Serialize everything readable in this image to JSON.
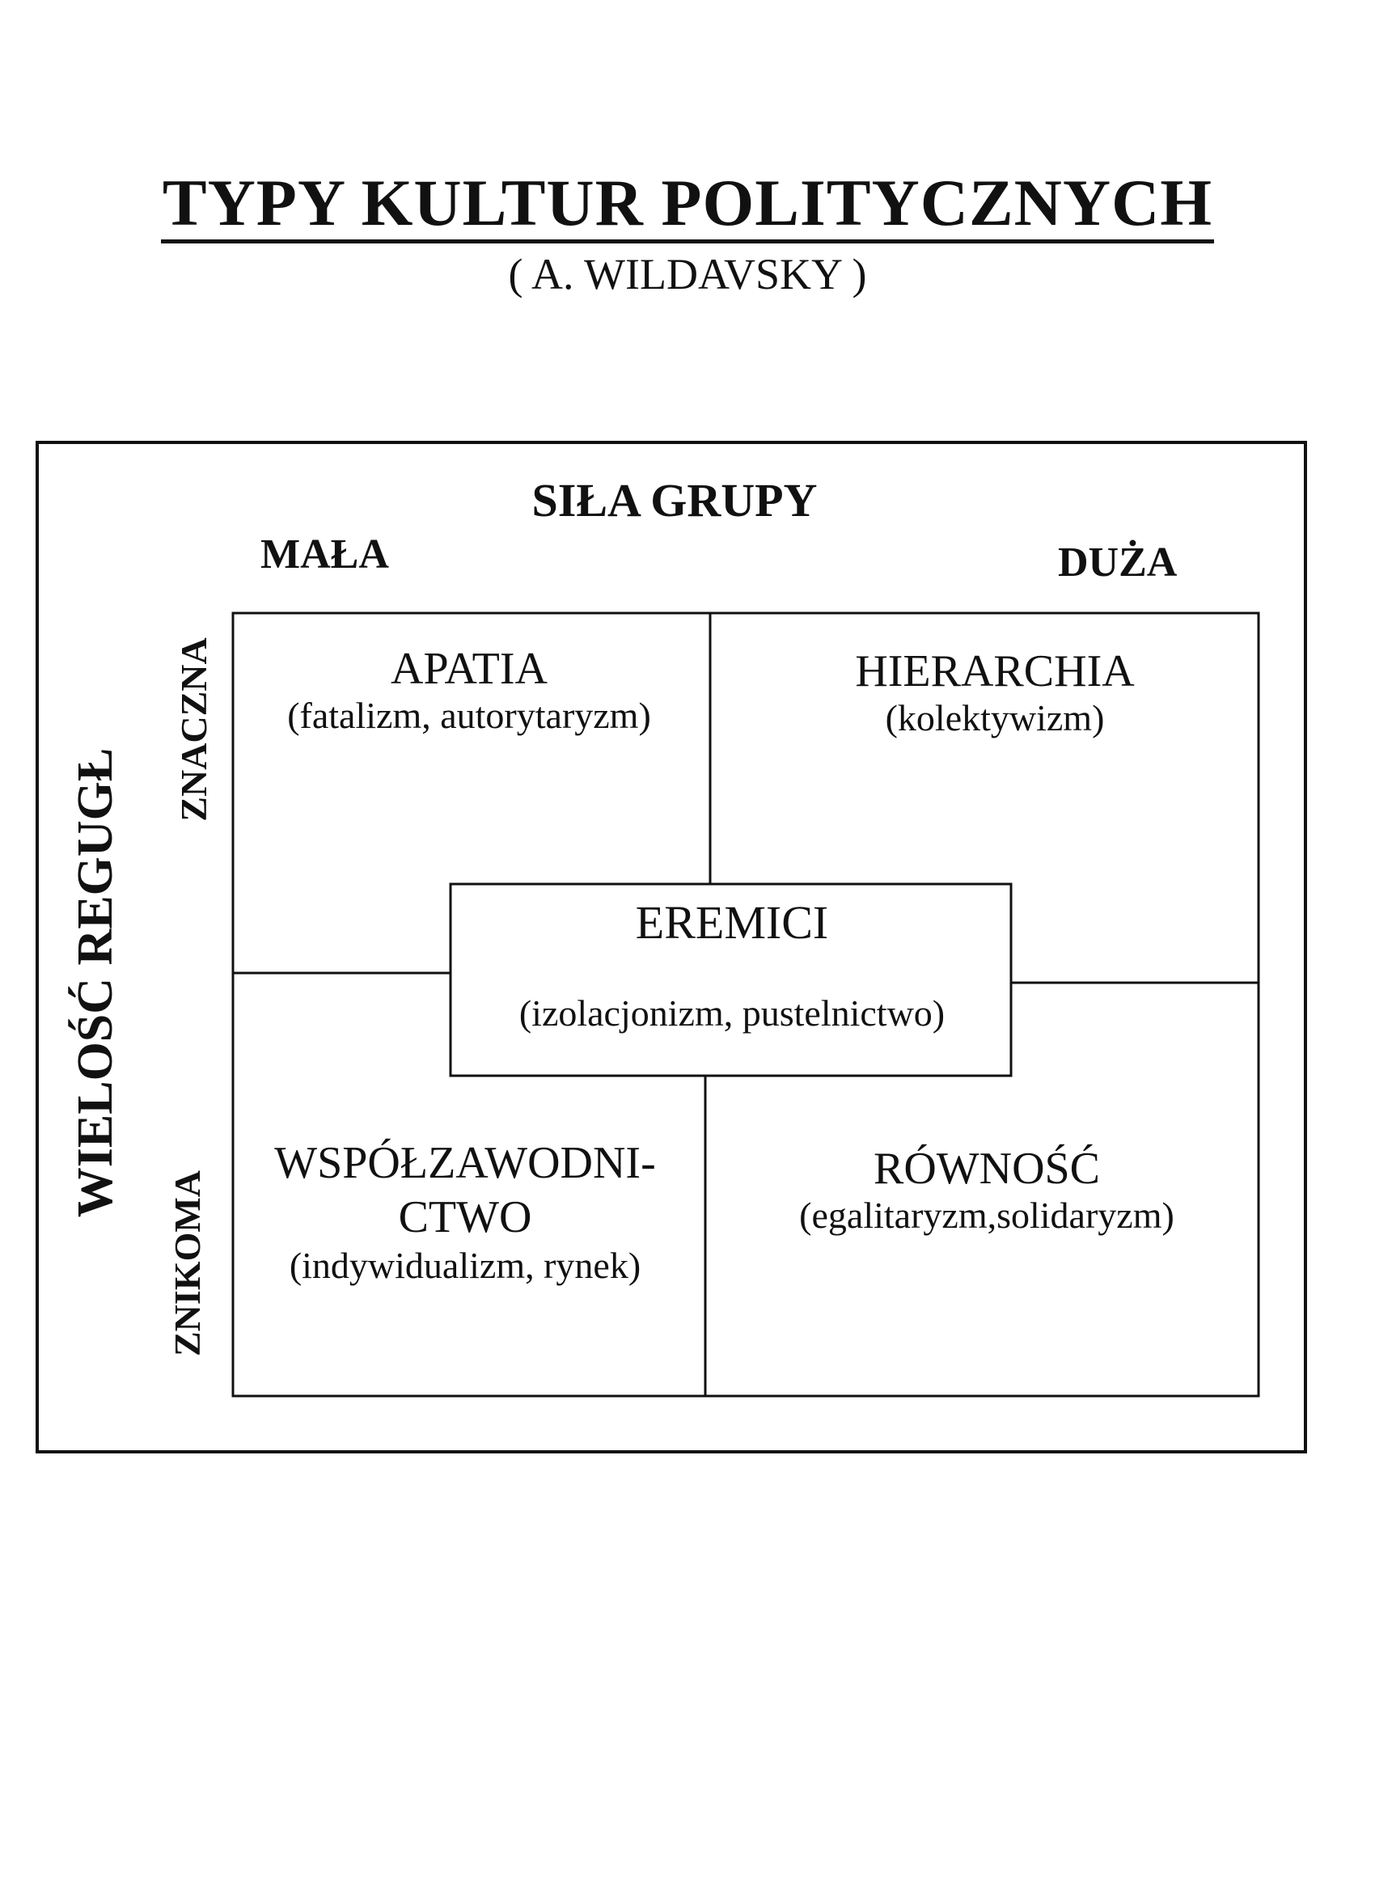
{
  "title": "TYPY KULTUR POLITYCZNYCH",
  "subtitle": "( A. WILDAVSKY )",
  "x_axis": {
    "title": "SIŁA GRUPY",
    "low": "MAŁA",
    "high": "DUŻA"
  },
  "y_axis": {
    "title": "WIELOŚĆ REGUGŁ",
    "high": "ZNACZNA",
    "low": "ZNIKOMA"
  },
  "cells": {
    "top_left": {
      "name": "APATIA",
      "desc": "(fatalizm, autorytaryzm)"
    },
    "top_right": {
      "name": "HIERARCHIA",
      "desc": "(kolektywizm)"
    },
    "bottom_left": {
      "name_line1": "WSPÓŁZAWODNI-",
      "name_line2": "CTWO",
      "desc": "(indywidualizm, rynek)"
    },
    "bottom_right": {
      "name": "RÓWNOŚĆ",
      "desc": "(egalitaryzm,solidaryzm)"
    },
    "center": {
      "name": "EREMICI",
      "desc": "(izolacjonizm, pustelnictwo)"
    }
  }
}
